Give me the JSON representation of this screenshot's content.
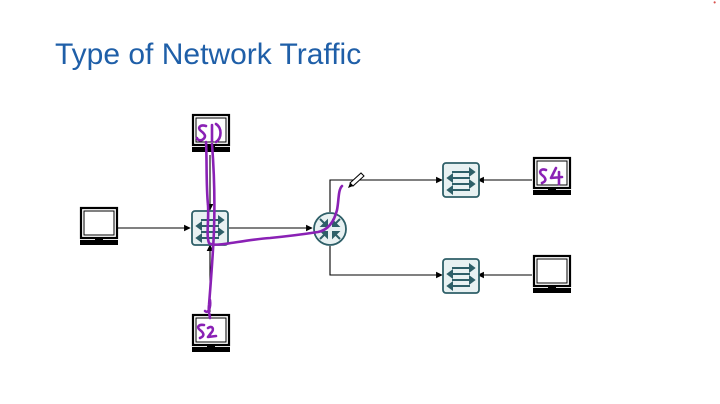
{
  "title": "Type of Network Traffic",
  "diagram": {
    "hosts": [
      {
        "id": "pc-s1",
        "label": "S1"
      },
      {
        "id": "pc-s2",
        "label": "S2"
      },
      {
        "id": "pc-s4",
        "label": "S4"
      },
      {
        "id": "pc-left",
        "label": ""
      },
      {
        "id": "pc-right-bottom",
        "label": ""
      }
    ],
    "switches": [
      "switch-main",
      "switch-top-right",
      "switch-bottom-right"
    ],
    "routers": [
      "router"
    ],
    "colors": {
      "device": "#2e5f68",
      "link": "#000000",
      "annotation": "#8a21b5",
      "title": "#1f5fa8"
    },
    "annotation_icons": [
      "pen-cursor-icon"
    ]
  }
}
